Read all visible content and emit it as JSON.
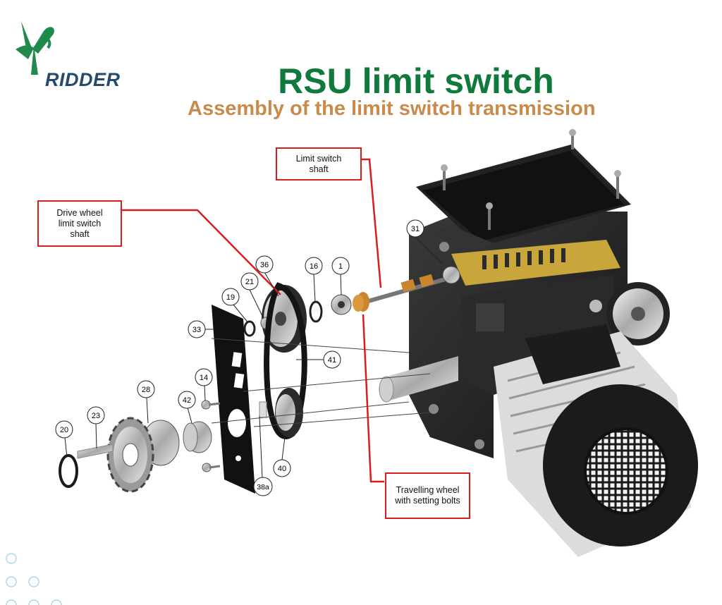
{
  "brand": {
    "name": "RIDDER",
    "color": "#244a6c",
    "accent": "#1f8a4c"
  },
  "title": "RSU limit switch",
  "subtitle": "Assembly of the limit switch transmission",
  "colors": {
    "title": "#0f7a3c",
    "subtitle": "#c98a4b",
    "callout_border": "#d71d1d"
  },
  "callouts": {
    "limit_switch_shaft": "Limit switch shaft",
    "drive_wheel": "Drive wheel limit switch shaft",
    "travelling_wheel": "Travelling wheel with setting bolts"
  },
  "part_numbers": {
    "p31": "31",
    "p36": "36",
    "p16": "16",
    "p1": "1",
    "p21": "21",
    "p19": "19",
    "p33": "33",
    "p41": "41",
    "p14": "14",
    "p28": "28",
    "p42": "42",
    "p23": "23",
    "p20": "20",
    "p40": "40",
    "p38a": "38a"
  }
}
